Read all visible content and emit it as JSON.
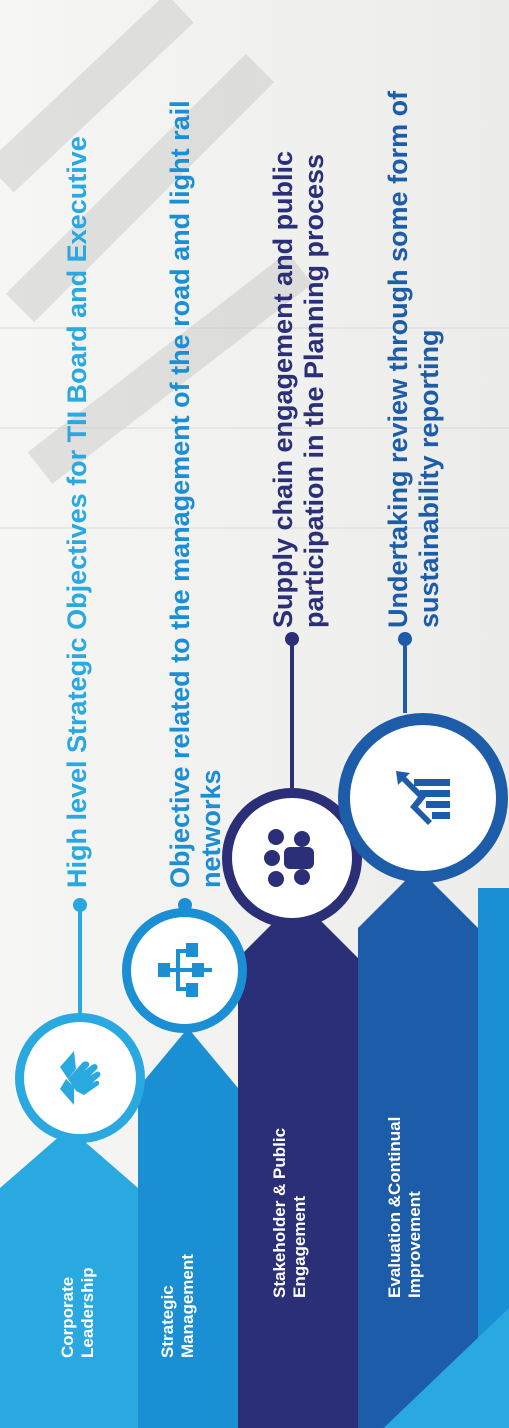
{
  "colors": {
    "light_blue": "#2aa8e0",
    "mid_blue": "#1b8fd3",
    "navy": "#2b2f78",
    "royal_blue": "#1d5ca8",
    "dark_text": "#3a3f7a"
  },
  "levels": [
    {
      "label_line1": "Corporate",
      "label_line2": "Leadership",
      "icon": "handshake-icon",
      "objective": "High level Strategic Objectives for TII Board and Executive"
    },
    {
      "label_line1": "Strategic",
      "label_line2": "Management",
      "icon": "org-chart-icon",
      "objective": "Objective related to the management of the road and light rail networks"
    },
    {
      "label_line1": "Stakeholder & Public",
      "label_line2": "Engagement",
      "icon": "people-group-icon",
      "objective": "Supply chain engagement and public participation in the Planning process"
    },
    {
      "label_line1": "Evaluation &Continual",
      "label_line2": "Improvement",
      "icon": "growth-chart-icon",
      "objective": "Undertaking review through some form of sustainability reporting"
    }
  ]
}
